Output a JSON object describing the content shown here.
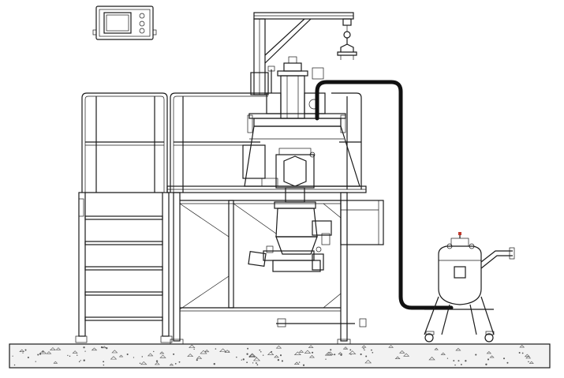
{
  "drawing": {
    "components": [
      "control-panel",
      "jib-crane",
      "chain-hoist",
      "platform-handrail",
      "access-stairs",
      "support-frame",
      "main-vessel",
      "discharge-valve",
      "lower-hopper",
      "outlet-valve-assembly",
      "side-cabinet",
      "transfer-hose",
      "pressure-vessel",
      "mobile-trolley",
      "concrete-floor"
    ],
    "colors": {
      "line": "#1a1a1a",
      "background": "#ffffff",
      "floor": "#f2f2f2",
      "hose": "#111111",
      "valve_accent": "#c0392b"
    }
  }
}
